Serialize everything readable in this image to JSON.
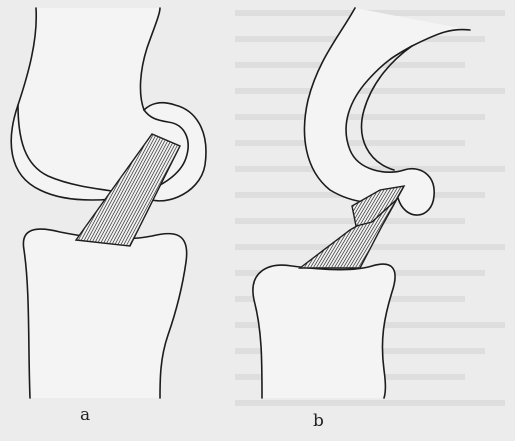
{
  "panels": [
    {
      "id": "a",
      "label": "a"
    },
    {
      "id": "b",
      "label": "b"
    }
  ],
  "colors": {
    "paper": "#ececec",
    "ink": "#1c1c1c",
    "show_through_text": "#d2d2d2"
  }
}
